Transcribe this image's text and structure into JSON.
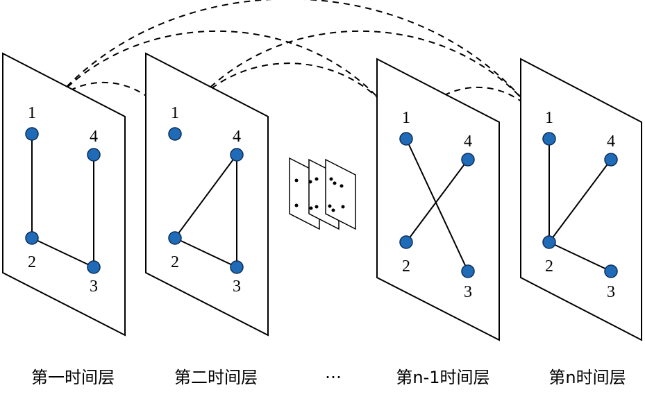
{
  "layers": [
    {
      "label": "第一时间层",
      "nodes": [
        {
          "id": "1",
          "label": "1"
        },
        {
          "id": "2",
          "label": "2"
        },
        {
          "id": "3",
          "label": "3"
        },
        {
          "id": "4",
          "label": "4"
        }
      ],
      "edges": [
        [
          "1",
          "2"
        ],
        [
          "2",
          "3"
        ],
        [
          "3",
          "4"
        ]
      ]
    },
    {
      "label": "第二时间层",
      "nodes": [
        {
          "id": "1",
          "label": "1"
        },
        {
          "id": "2",
          "label": "2"
        },
        {
          "id": "3",
          "label": "3"
        },
        {
          "id": "4",
          "label": "4"
        }
      ],
      "edges": [
        [
          "2",
          "4"
        ],
        [
          "2",
          "3"
        ],
        [
          "3",
          "4"
        ]
      ]
    },
    {
      "label": "…",
      "nodes": [],
      "edges": []
    },
    {
      "label": "第n-1时间层",
      "nodes": [
        {
          "id": "1",
          "label": "1"
        },
        {
          "id": "2",
          "label": "2"
        },
        {
          "id": "3",
          "label": "3"
        },
        {
          "id": "4",
          "label": "4"
        }
      ],
      "edges": [
        [
          "1",
          "3"
        ],
        [
          "2",
          "4"
        ]
      ]
    },
    {
      "label": "第n时间层",
      "nodes": [
        {
          "id": "1",
          "label": "1"
        },
        {
          "id": "2",
          "label": "2"
        },
        {
          "id": "3",
          "label": "3"
        },
        {
          "id": "4",
          "label": "4"
        }
      ],
      "edges": [
        [
          "1",
          "2"
        ],
        [
          "2",
          "4"
        ],
        [
          "2",
          "3"
        ]
      ]
    }
  ],
  "inter_layer_links": [
    {
      "from_layer": 0,
      "to_layer": 1,
      "node": "1"
    },
    {
      "from_layer": 0,
      "to_layer": 3,
      "node": "1"
    },
    {
      "from_layer": 0,
      "to_layer": 4,
      "node": "1"
    },
    {
      "from_layer": 1,
      "to_layer": 3,
      "node": "1"
    },
    {
      "from_layer": 1,
      "to_layer": 4,
      "node": "1"
    },
    {
      "from_layer": 3,
      "to_layer": 4,
      "node": "1"
    }
  ],
  "colors": {
    "node_fill": "#1f6bb8",
    "node_stroke": "#0d2d57",
    "line": "#000000"
  }
}
